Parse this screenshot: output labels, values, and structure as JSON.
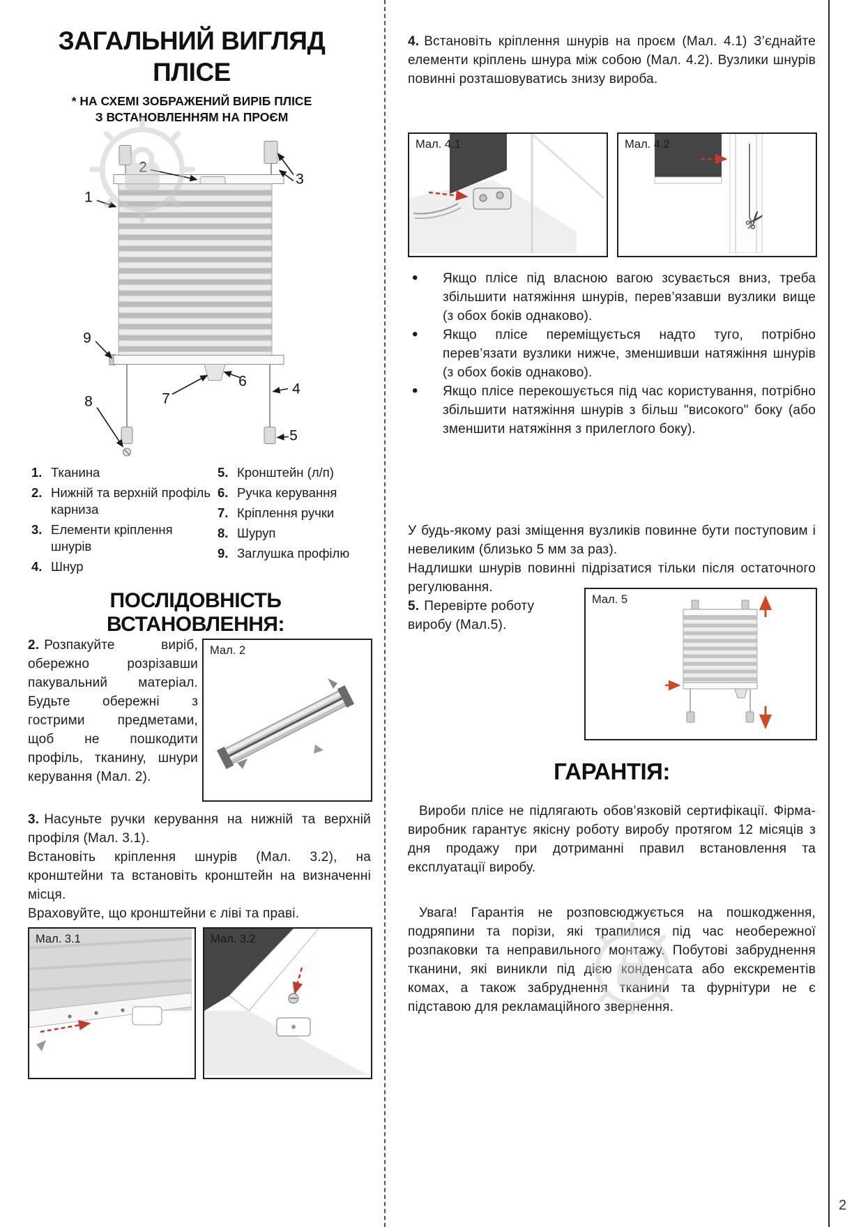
{
  "page": {
    "number": "2"
  },
  "figures": {
    "fig2": "Мал. 2",
    "fig31": "Мал. 3.1",
    "fig32": "Мал. 3.2",
    "fig41": "Мал. 4.1",
    "fig42": "Мал. 4.2",
    "fig5": "Мал. 5"
  },
  "icons": {
    "scissors": "✂"
  },
  "diagram": {
    "callouts": [
      "1",
      "2",
      "3",
      "4",
      "5",
      "6",
      "7",
      "8",
      "9"
    ]
  },
  "left": {
    "title_line1": "ЗАГАЛЬНИЙ ВИГЛЯД",
    "title_line2": "ПЛІСЕ",
    "subtitle_line1": "* НА СХЕМІ ЗОБРАЖЕНИЙ ВИРІБ ПЛІСЕ",
    "subtitle_line2": "З ВСТАНОВЛЕННЯМ НА ПРОЄМ",
    "legend_col1": [
      {
        "num": "1.",
        "text": "Тканина"
      },
      {
        "num": "2.",
        "text": "Нижній та верхній профіль карниза"
      },
      {
        "num": "3.",
        "text": "Елементи кріплення шнурів"
      },
      {
        "num": "4.",
        "text": "Шнур"
      }
    ],
    "legend_col2": [
      {
        "num": "5.",
        "text": "Кронштейн (л/п)"
      },
      {
        "num": "6.",
        "text": "Ручка керування"
      },
      {
        "num": "7.",
        "text": "Кріплення ручки"
      },
      {
        "num": "8.",
        "text": "Шуруп"
      },
      {
        "num": "9.",
        "text": "Заглушка профілю"
      }
    ],
    "install_header": "ПОСЛІДОВНІСТЬ ВСТАНОВЛЕННЯ:",
    "step2": {
      "num": "2.",
      "text": "Розпакуйте виріб, обережно розрізавши пакувальний матеріал. Будьте обережні з гострими предметами, щоб не пошкодити профіль, тканину, шнури керування (Мал. 2)."
    },
    "step3": {
      "num": "3.",
      "s1": "Насуньте ручки керування на нижній та верхній профіля (Мал. 3.1).",
      "s2": "Встановіть кріплення шнурів (Мал. 3.2), на кронштейни та встановіть кронштейн на визначенні місця.",
      "s3": "Враховуйте, що кронштейни є ліві та праві."
    }
  },
  "right": {
    "step4": {
      "num": "4.",
      "text": "Встановіть кріплення шнурів на проєм (Мал. 4.1) З’єднайте елементи кріплень шнура між собою (Мал. 4.2). Вузлики шнурів повинні розташовуватись знизу вироба."
    },
    "bullets": [
      "Якщо плісе під власною вагою зсувається вниз, треба збільшити натяжіння шнурів, перев’язавши вузлики вище (з обох боків однаково).",
      "Якщо плісе переміщується надто туго, потрібно перев’язати вузлики нижче, зменшивши натяжіння шнурів (з обох боків однаково).",
      "Якщо плісе перекошується під час користування, потрібно збільшити натяжіння шнурів з більш \"високого\" боку (або зменшити натяжіння з прилеглого боку)."
    ],
    "note1": "У будь-якому разі зміщення вузликів повинне бути поступовим і невеликим (близько 5 мм за раз).",
    "note2": "Надлишки шнурів повинні підрізатися тільки після остаточного регулювання.",
    "step5": {
      "num": "5.",
      "text": "Перевірте роботу виробу (Мал.5)."
    },
    "warranty_header": "ГАРАНТІЯ:",
    "warranty_p1": "Вироби плісе не підлягають обов’язковій сертифікації. Фірма-виробник гарантує якісну роботу виробу протягом 12 місяців з дня продажу при дотриманні правил встановлення та експлуатації виробу.",
    "warranty_p2": "Увага! Гарантія не розповсюджується на пошкодження, подряпини та порізи, які трапилися під час необережної розпаковки та неправильного монтажу. Побутові забруднення тканини, які виникли під дією конденсата або екскрементів комах, а також забруднення тканини та фурнітури не є підставою для рекламаційного звернення."
  }
}
